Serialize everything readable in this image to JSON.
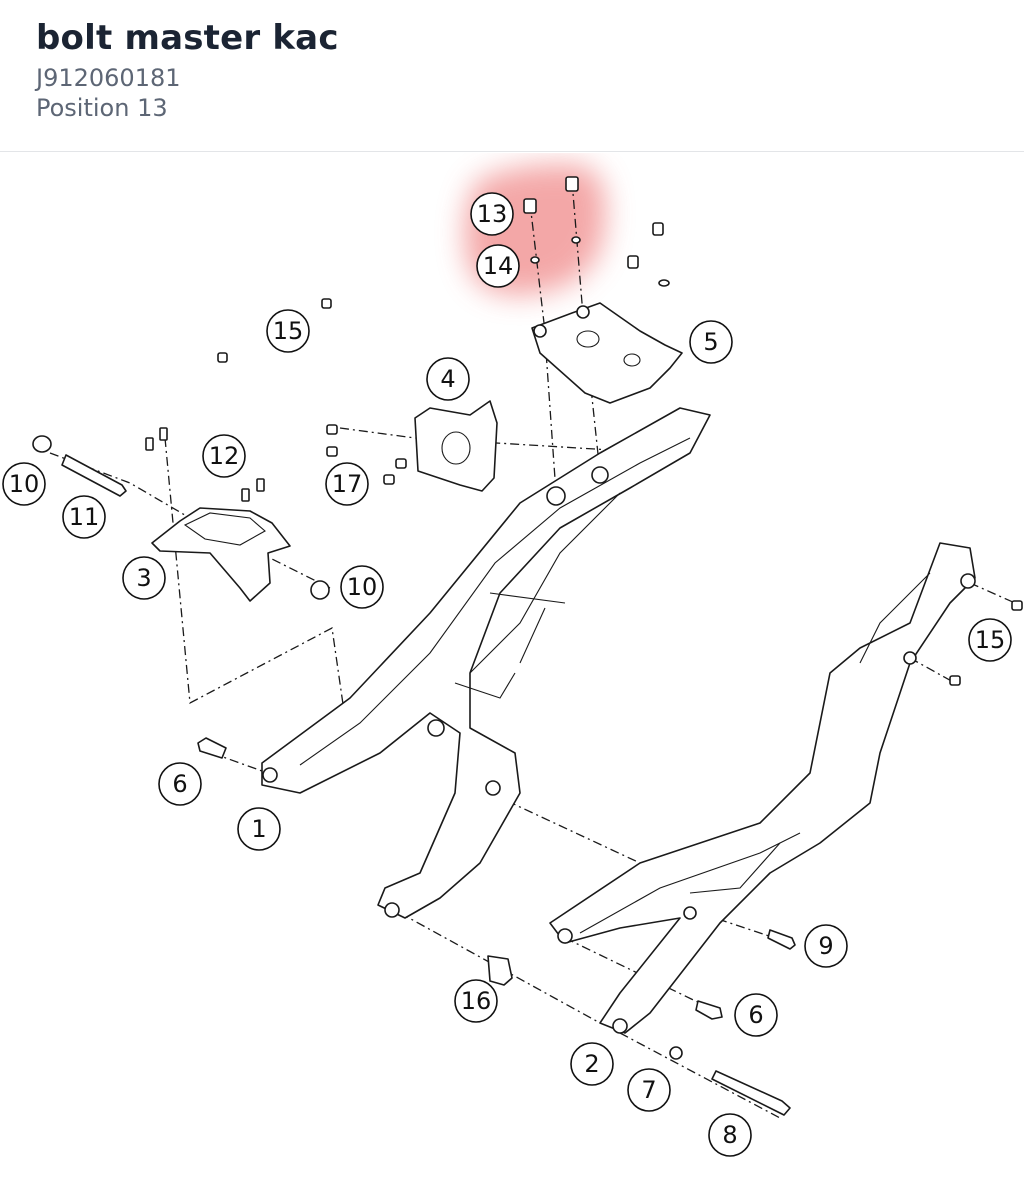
{
  "part": {
    "name": "bolt master kac",
    "number": "J912060181",
    "position": "Position 13"
  },
  "highlight": {
    "color": "#f08a8a",
    "target": "13"
  },
  "callouts": {
    "c1": "1",
    "c2": "2",
    "c3": "3",
    "c4": "4",
    "c5": "5",
    "c6a": "6",
    "c6b": "6",
    "c7": "7",
    "c8": "8",
    "c9": "9",
    "c10a": "10",
    "c10b": "10",
    "c11": "11",
    "c12": "12",
    "c13": "13",
    "c14": "14",
    "c15a": "15",
    "c15b": "15",
    "c16": "16",
    "c17": "17"
  }
}
